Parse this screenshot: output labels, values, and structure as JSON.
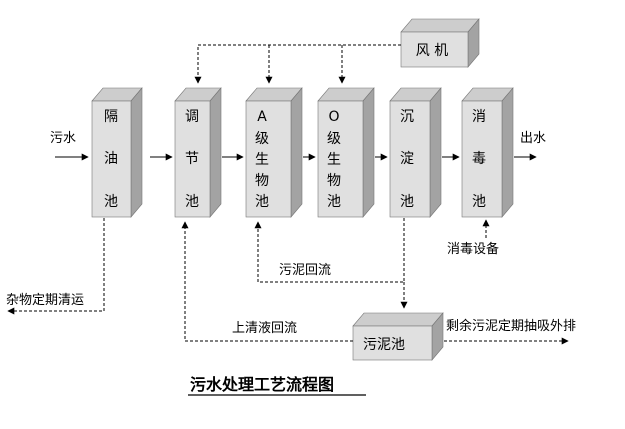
{
  "diagram": {
    "title": "污水处理工艺流程图",
    "units": {
      "geyouchi": [
        "隔",
        "油",
        "池"
      ],
      "tiaojiechi": [
        "调",
        "节",
        "池"
      ],
      "a_bio": [
        "A",
        "级",
        "生",
        "物",
        "池"
      ],
      "o_bio": [
        "O",
        "级",
        "生",
        "物",
        "池"
      ],
      "chendianchi": [
        "沉",
        "淀",
        "池"
      ],
      "xiaoduchi": [
        "消",
        "毒",
        "池"
      ],
      "fengji": "风 机",
      "wunichi": "污泥池"
    },
    "labels": {
      "inflow": "污水",
      "outflow": "出水",
      "disinfect_equipment": "消毒设备",
      "sludge_return": "污泥回流",
      "impurity_cleaning": "杂物定期清运",
      "supernatant_return": "上清液回流",
      "excess_sludge_pumping": "剩余污泥定期抽吸外排"
    },
    "colors": {
      "front": "#e0e0e0",
      "side": "#a3a3a3",
      "top": "#cdcdcd",
      "stroke": "#000000"
    }
  }
}
